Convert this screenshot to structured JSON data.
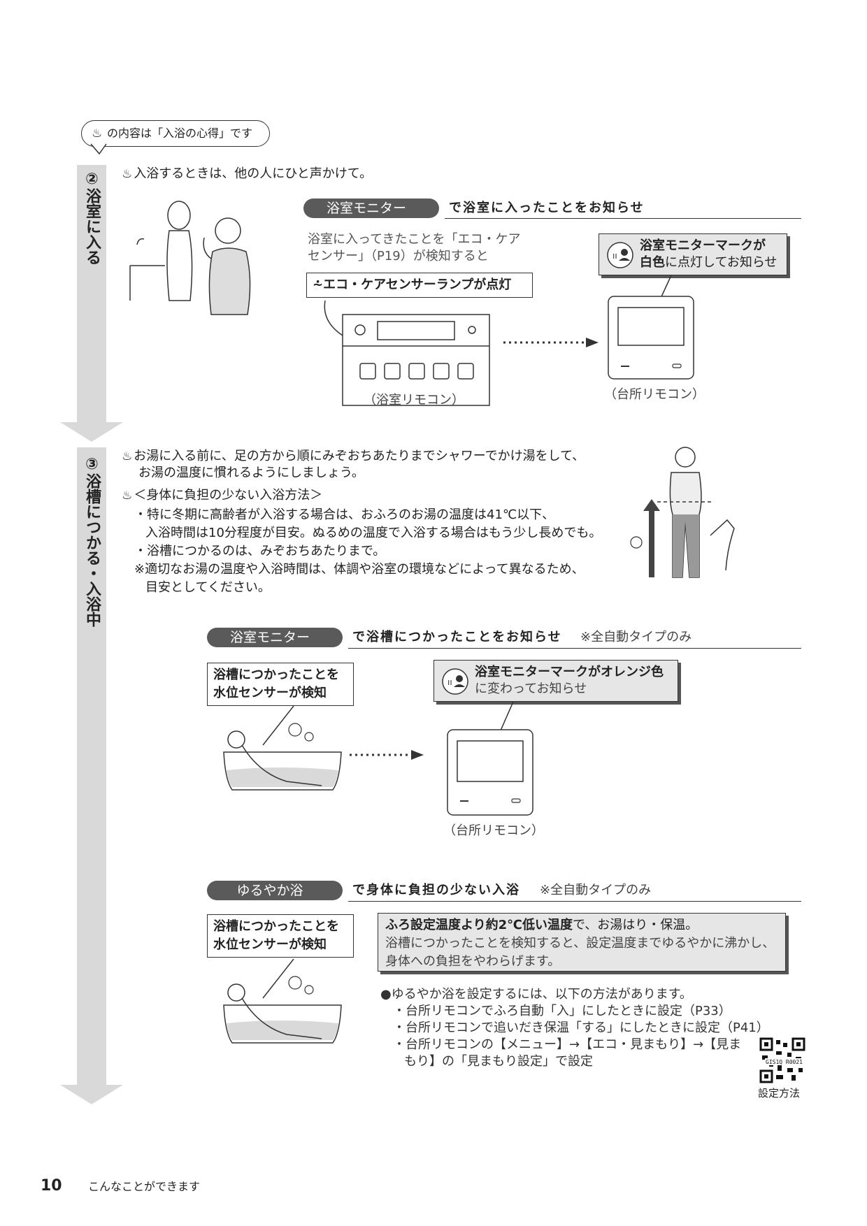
{
  "legend": {
    "icon": "onsen-icon",
    "text": "の内容は「入浴の心得」です"
  },
  "step2": {
    "title": "②浴室に入る",
    "tip": "入浴するときは、他の人にひと声かけて。",
    "pill": "浴室モニター",
    "heading": "で浴室に入ったことをお知らせ",
    "desc": [
      "浴室に入ってきたことを「エコ・ケア",
      "センサー」（P19）が検知すると"
    ],
    "lamp_label": "エコ・ケアセンサーランプが点灯",
    "notice_line1": "浴室モニターマークが",
    "notice_line2_bold": "白色",
    "notice_line2_rest": "に点灯してお知らせ",
    "bath_remote": "（浴室リモコン）",
    "kitchen_remote": "（台所リモコン）"
  },
  "step3": {
    "title": "③浴槽につかる・入浴中",
    "tip1": [
      "お湯に入る前に、足の方から順にみぞおちあたりまでシャワーでかけ湯をして、",
      "お湯の温度に慣れるようにしましょう。"
    ],
    "tip2_head": "＜身体に負担の少ない入浴方法＞",
    "tip2_lines": [
      "・特に冬期に高齢者が入浴する場合は、おふろのお湯の温度は41℃以下、",
      "入浴時間は10分程度が目安。ぬるめの温度で入浴する場合はもう少し長めでも。",
      "・浴槽につかるのは、みぞおちあたりまで。",
      "※適切なお湯の温度や入浴時間は、体調や浴室の環境などによって異なるため、",
      "目安としてください。"
    ],
    "monitor": {
      "pill": "浴室モニター",
      "heading": "で浴槽につかったことをお知らせ",
      "note": "※全自動タイプのみ",
      "detect": [
        "浴槽につかったことを",
        "水位センサーが検知"
      ],
      "notice_line1": "浴室モニターマークがオレンジ色",
      "notice_line2": "に変わってお知らせ",
      "kitchen_remote": "（台所リモコン）"
    },
    "yuruyaka": {
      "pill": "ゆるやか浴",
      "heading": "で身体に負担の少ない入浴",
      "note": "※全自動タイプのみ",
      "detect": [
        "浴槽につかったことを",
        "水位センサーが検知"
      ],
      "info_bold": "ふろ設定温度より約2℃低い温度",
      "info_rest": "で、お湯はり・保温。",
      "info_lines": [
        "浴槽につかったことを検知すると、設定温度までゆるやかに沸かし、",
        "身体への負担をやわらげます。"
      ],
      "bullet_head": "●ゆるやか浴を設定するには、以下の方法があります。",
      "bullets": [
        "・台所リモコンでふろ自動「入」にしたときに設定（P33）",
        "・台所リモコンで追いだき保温「する」にしたときに設定（P41）",
        "・台所リモコンの【メニュー】→【エコ・見まもり】→【見ま",
        "もり】の「見まもり設定」で設定"
      ],
      "qr_code_text": "GIS1Q R0021",
      "qr_caption": "設定方法"
    }
  },
  "footer": {
    "page_number": "10",
    "section": "こんなことができます"
  }
}
